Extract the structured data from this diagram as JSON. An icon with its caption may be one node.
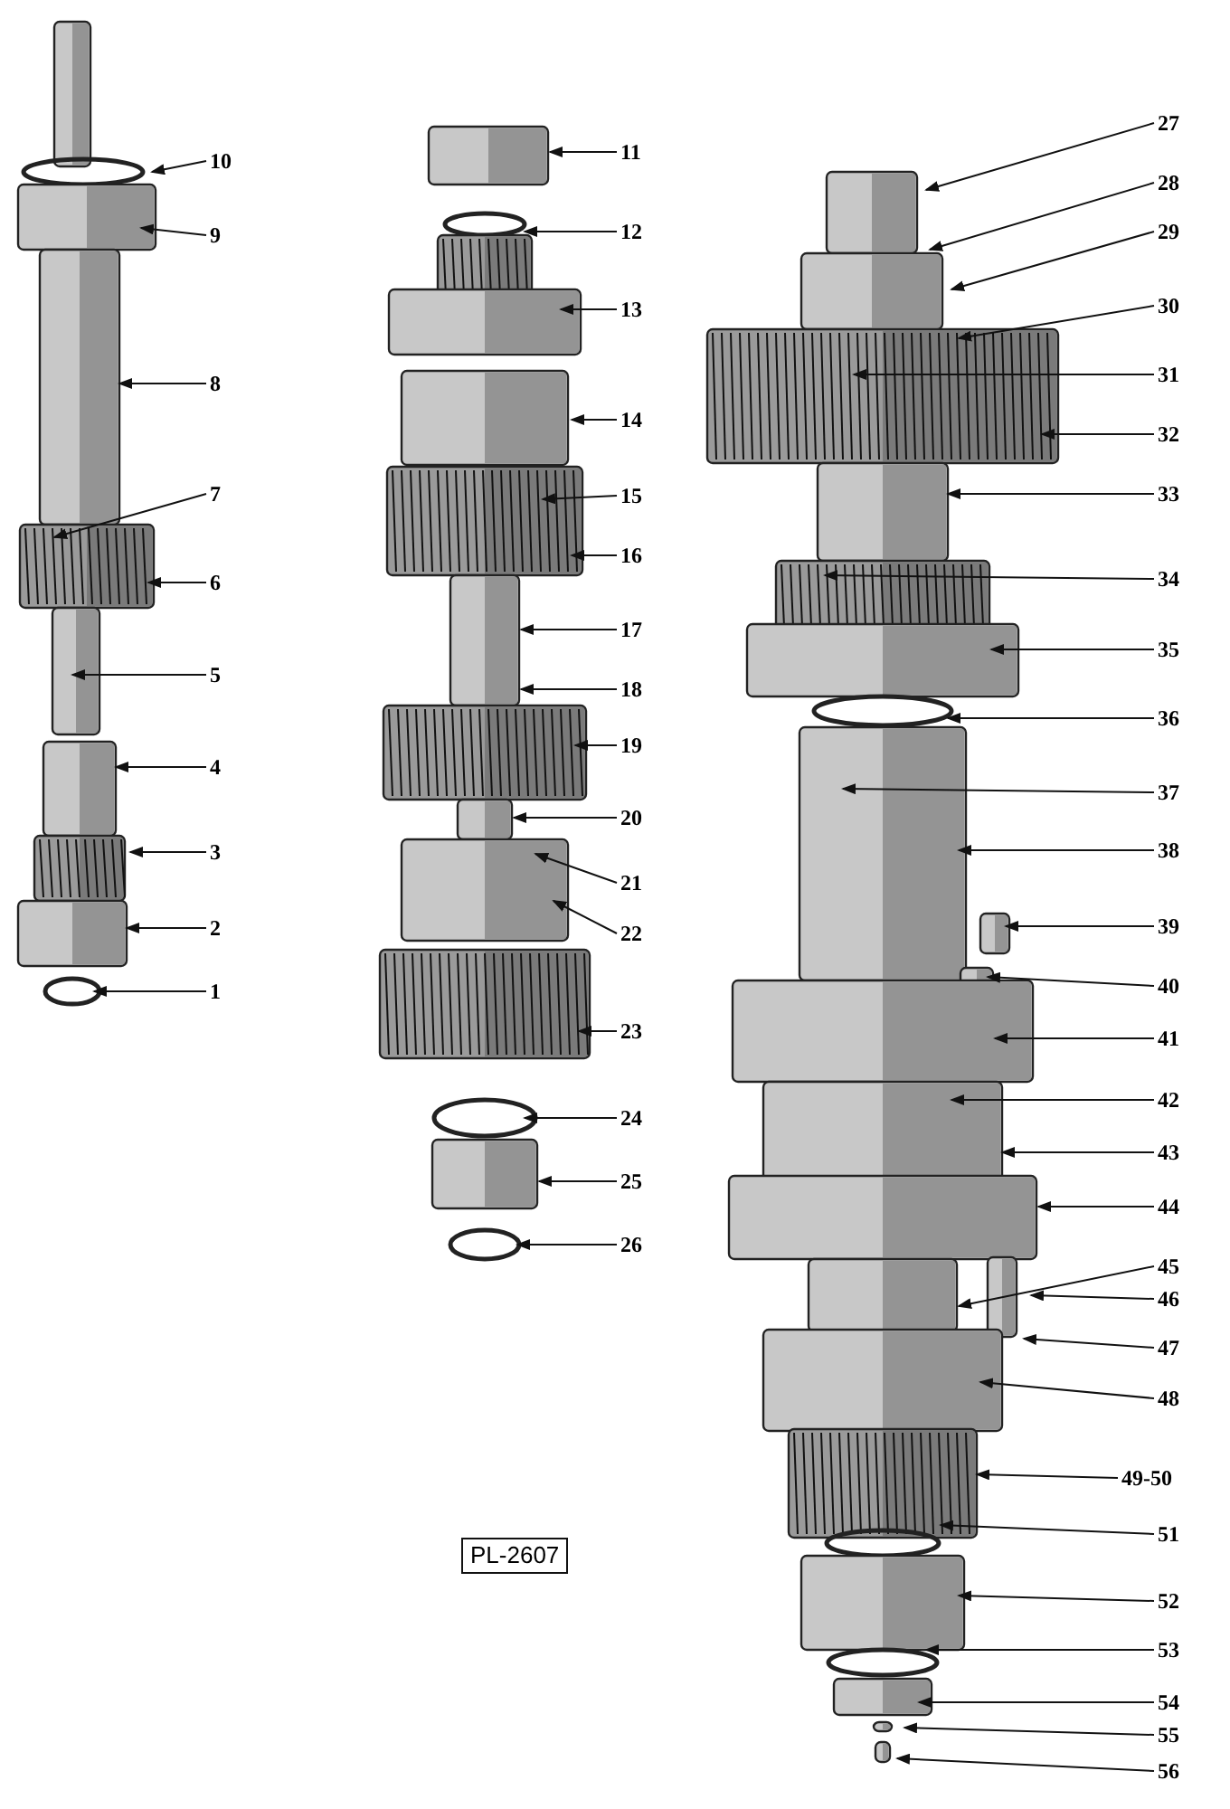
{
  "diagram": {
    "nodes": [
      {
        "text": [
          "1"
        ]
      },
      {
        "text": [
          "2"
        ]
      },
      {
        "text": [
          "3"
        ]
      },
      {
        "text": [
          "4"
        ]
      },
      {
        "text": [
          "5"
        ]
      },
      {
        "text": [
          "6"
        ]
      },
      {
        "text": [
          "7"
        ]
      },
      {
        "text": [
          "8"
        ]
      },
      {
        "text": [
          "9"
        ]
      },
      {
        "text": [
          "10"
        ]
      },
      {
        "text": [
          "11"
        ]
      },
      {
        "text": [
          "12"
        ]
      },
      {
        "text": [
          "13"
        ]
      },
      {
        "text": [
          "14"
        ]
      },
      {
        "text": [
          "15"
        ]
      },
      {
        "text": [
          "16"
        ]
      },
      {
        "text": [
          "17"
        ]
      },
      {
        "text": [
          "18"
        ]
      },
      {
        "text": [
          "19"
        ]
      },
      {
        "text": [
          "20"
        ]
      },
      {
        "text": [
          "21"
        ]
      },
      {
        "text": [
          "22"
        ]
      },
      {
        "text": [
          "23"
        ]
      },
      {
        "text": [
          "24"
        ]
      },
      {
        "text": [
          "25"
        ]
      },
      {
        "text": [
          "26"
        ]
      },
      {
        "text": [
          "27"
        ]
      },
      {
        "text": [
          "28"
        ]
      },
      {
        "text": [
          "29"
        ]
      },
      {
        "text": [
          "30"
        ]
      },
      {
        "text": [
          "31"
        ]
      },
      {
        "text": [
          "32"
        ]
      },
      {
        "text": [
          "33"
        ]
      },
      {
        "text": [
          "34"
        ]
      },
      {
        "text": [
          "35"
        ]
      },
      {
        "text": [
          "36"
        ]
      },
      {
        "text": [
          "37"
        ]
      },
      {
        "text": [
          "38"
        ]
      },
      {
        "text": [
          "39"
        ]
      },
      {
        "text": [
          "40"
        ]
      },
      {
        "text": [
          "41"
        ]
      },
      {
        "text": [
          "42"
        ]
      },
      {
        "text": [
          "43"
        ]
      },
      {
        "text": [
          "44"
        ]
      },
      {
        "text": [
          "45"
        ]
      },
      {
        "text": [
          "46"
        ]
      },
      {
        "text": [
          "47"
        ]
      },
      {
        "text": [
          "48"
        ]
      },
      {
        "text": [
          "49-50"
        ]
      },
      {
        "text": [
          "51"
        ]
      },
      {
        "text": [
          "52"
        ]
      },
      {
        "text": [
          "53"
        ]
      },
      {
        "text": [
          "54"
        ]
      },
      {
        "text": [
          "55"
        ]
      },
      {
        "text": [
          "56"
        ]
      },
      {
        "text": [
          "PL-2607"
        ]
      }
    ],
    "edges": [
      {
        "from": 0,
        "to": null,
        "arrow": "to"
      },
      {
        "from": 1,
        "to": null,
        "arrow": "to"
      },
      {
        "from": 2,
        "to": null,
        "arrow": "to"
      },
      {
        "from": 3,
        "to": null,
        "arrow": "to"
      },
      {
        "from": 4,
        "to": null,
        "arrow": "to"
      },
      {
        "from": 5,
        "to": null,
        "arrow": "to"
      },
      {
        "from": 6,
        "to": null,
        "arrow": "to"
      },
      {
        "from": 7,
        "to": null,
        "arrow": "to"
      },
      {
        "from": 8,
        "to": null,
        "arrow": "to"
      },
      {
        "from": 9,
        "to": null,
        "arrow": "to"
      },
      {
        "from": 10,
        "to": null,
        "arrow": "to"
      },
      {
        "from": 11,
        "to": null,
        "arrow": "to"
      },
      {
        "from": 12,
        "to": null,
        "arrow": "to"
      },
      {
        "from": 13,
        "to": null,
        "arrow": "to"
      },
      {
        "from": 14,
        "to": null,
        "arrow": "to"
      },
      {
        "from": 15,
        "to": null,
        "arrow": "to"
      },
      {
        "from": 16,
        "to": null,
        "arrow": "to"
      },
      {
        "from": 17,
        "to": null,
        "arrow": "to"
      },
      {
        "from": 18,
        "to": null,
        "arrow": "to"
      },
      {
        "from": 19,
        "to": null,
        "arrow": "to"
      },
      {
        "from": 20,
        "to": null,
        "arrow": "to"
      },
      {
        "from": 21,
        "to": null,
        "arrow": "to"
      },
      {
        "from": 22,
        "to": null,
        "arrow": "to"
      },
      {
        "from": 23,
        "to": null,
        "arrow": "to"
      },
      {
        "from": 24,
        "to": null,
        "arrow": "to"
      },
      {
        "from": 25,
        "to": null,
        "arrow": "to"
      },
      {
        "from": 26,
        "to": null,
        "arrow": "to"
      },
      {
        "from": 27,
        "to": null,
        "arrow": "to"
      },
      {
        "from": 28,
        "to": null,
        "arrow": "to"
      },
      {
        "from": 29,
        "to": null,
        "arrow": "to"
      },
      {
        "from": 30,
        "to": null,
        "arrow": "to"
      },
      {
        "from": 31,
        "to": null,
        "arrow": "to"
      },
      {
        "from": 32,
        "to": null,
        "arrow": "to"
      },
      {
        "from": 33,
        "to": null,
        "arrow": "to"
      },
      {
        "from": 34,
        "to": null,
        "arrow": "to"
      },
      {
        "from": 35,
        "to": null,
        "arrow": "to"
      },
      {
        "from": 36,
        "to": null,
        "arrow": "to"
      },
      {
        "from": 37,
        "to": null,
        "arrow": "to"
      },
      {
        "from": 38,
        "to": null,
        "arrow": "to"
      },
      {
        "from": 39,
        "to": null,
        "arrow": "to"
      },
      {
        "from": 40,
        "to": null,
        "arrow": "to"
      },
      {
        "from": 41,
        "to": null,
        "arrow": "to"
      },
      {
        "from": 42,
        "to": null,
        "arrow": "to"
      },
      {
        "from": 43,
        "to": null,
        "arrow": "to"
      },
      {
        "from": 44,
        "to": null,
        "arrow": "to"
      },
      {
        "from": 45,
        "to": null,
        "arrow": "to"
      },
      {
        "from": 46,
        "to": null,
        "arrow": "to"
      },
      {
        "from": 47,
        "to": null,
        "arrow": "to"
      },
      {
        "from": 48,
        "to": null,
        "arrow": "to"
      },
      {
        "from": 49,
        "to": null,
        "arrow": "to"
      },
      {
        "from": 50,
        "to": null,
        "arrow": "to"
      },
      {
        "from": 51,
        "to": null,
        "arrow": "to"
      },
      {
        "from": 52,
        "to": null,
        "arrow": "to"
      },
      {
        "from": 53,
        "to": null,
        "arrow": "to"
      },
      {
        "from": 54,
        "to": null,
        "arrow": "to"
      }
    ]
  }
}
